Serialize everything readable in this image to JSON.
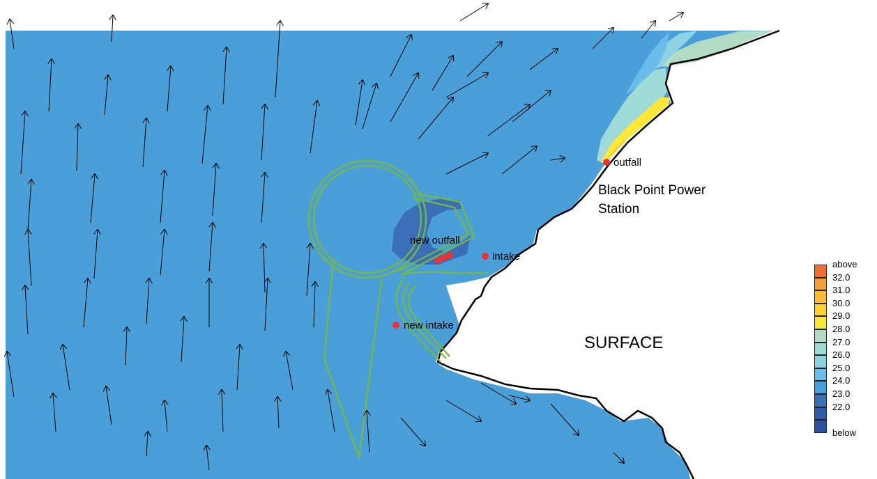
{
  "map": {
    "layer_label": "SURFACE",
    "station_name_line1": "Black Point Power",
    "station_name_line2": "Station",
    "colors": {
      "water": "#4a9fd8",
      "cool_plume": "#3a6fb8",
      "land": "#ffffff",
      "coastline": "#000000",
      "reclamation_outline": "#78b93c",
      "marker": "#e8333a"
    },
    "points": [
      {
        "id": "outfall",
        "label": "outfall"
      },
      {
        "id": "new-outfall",
        "label": "new outfall"
      },
      {
        "id": "intake",
        "label": "intake"
      },
      {
        "id": "new-intake",
        "label": "new intake"
      }
    ]
  },
  "legend": {
    "title": "Temperature classes",
    "entries": [
      {
        "label": "above",
        "color": "#ef7030"
      },
      {
        "label": "32.0",
        "color": "#f3a03a"
      },
      {
        "label": "31.0",
        "color": "#f6bd33"
      },
      {
        "label": "30.0",
        "color": "#f9d42f"
      },
      {
        "label": "29.0",
        "color": "#fbe83a"
      },
      {
        "label": "28.0",
        "color": "#b3dcc5"
      },
      {
        "label": "27.0",
        "color": "#9fdbd9"
      },
      {
        "label": "26.0",
        "color": "#8ed2e4"
      },
      {
        "label": "25.0",
        "color": "#6bbde9"
      },
      {
        "label": "24.0",
        "color": "#4a9fd8"
      },
      {
        "label": "23.0",
        "color": "#3a6fb8"
      },
      {
        "label": "22.0",
        "color": "#2c5aa8"
      }
    ],
    "bottom_label": "below"
  }
}
